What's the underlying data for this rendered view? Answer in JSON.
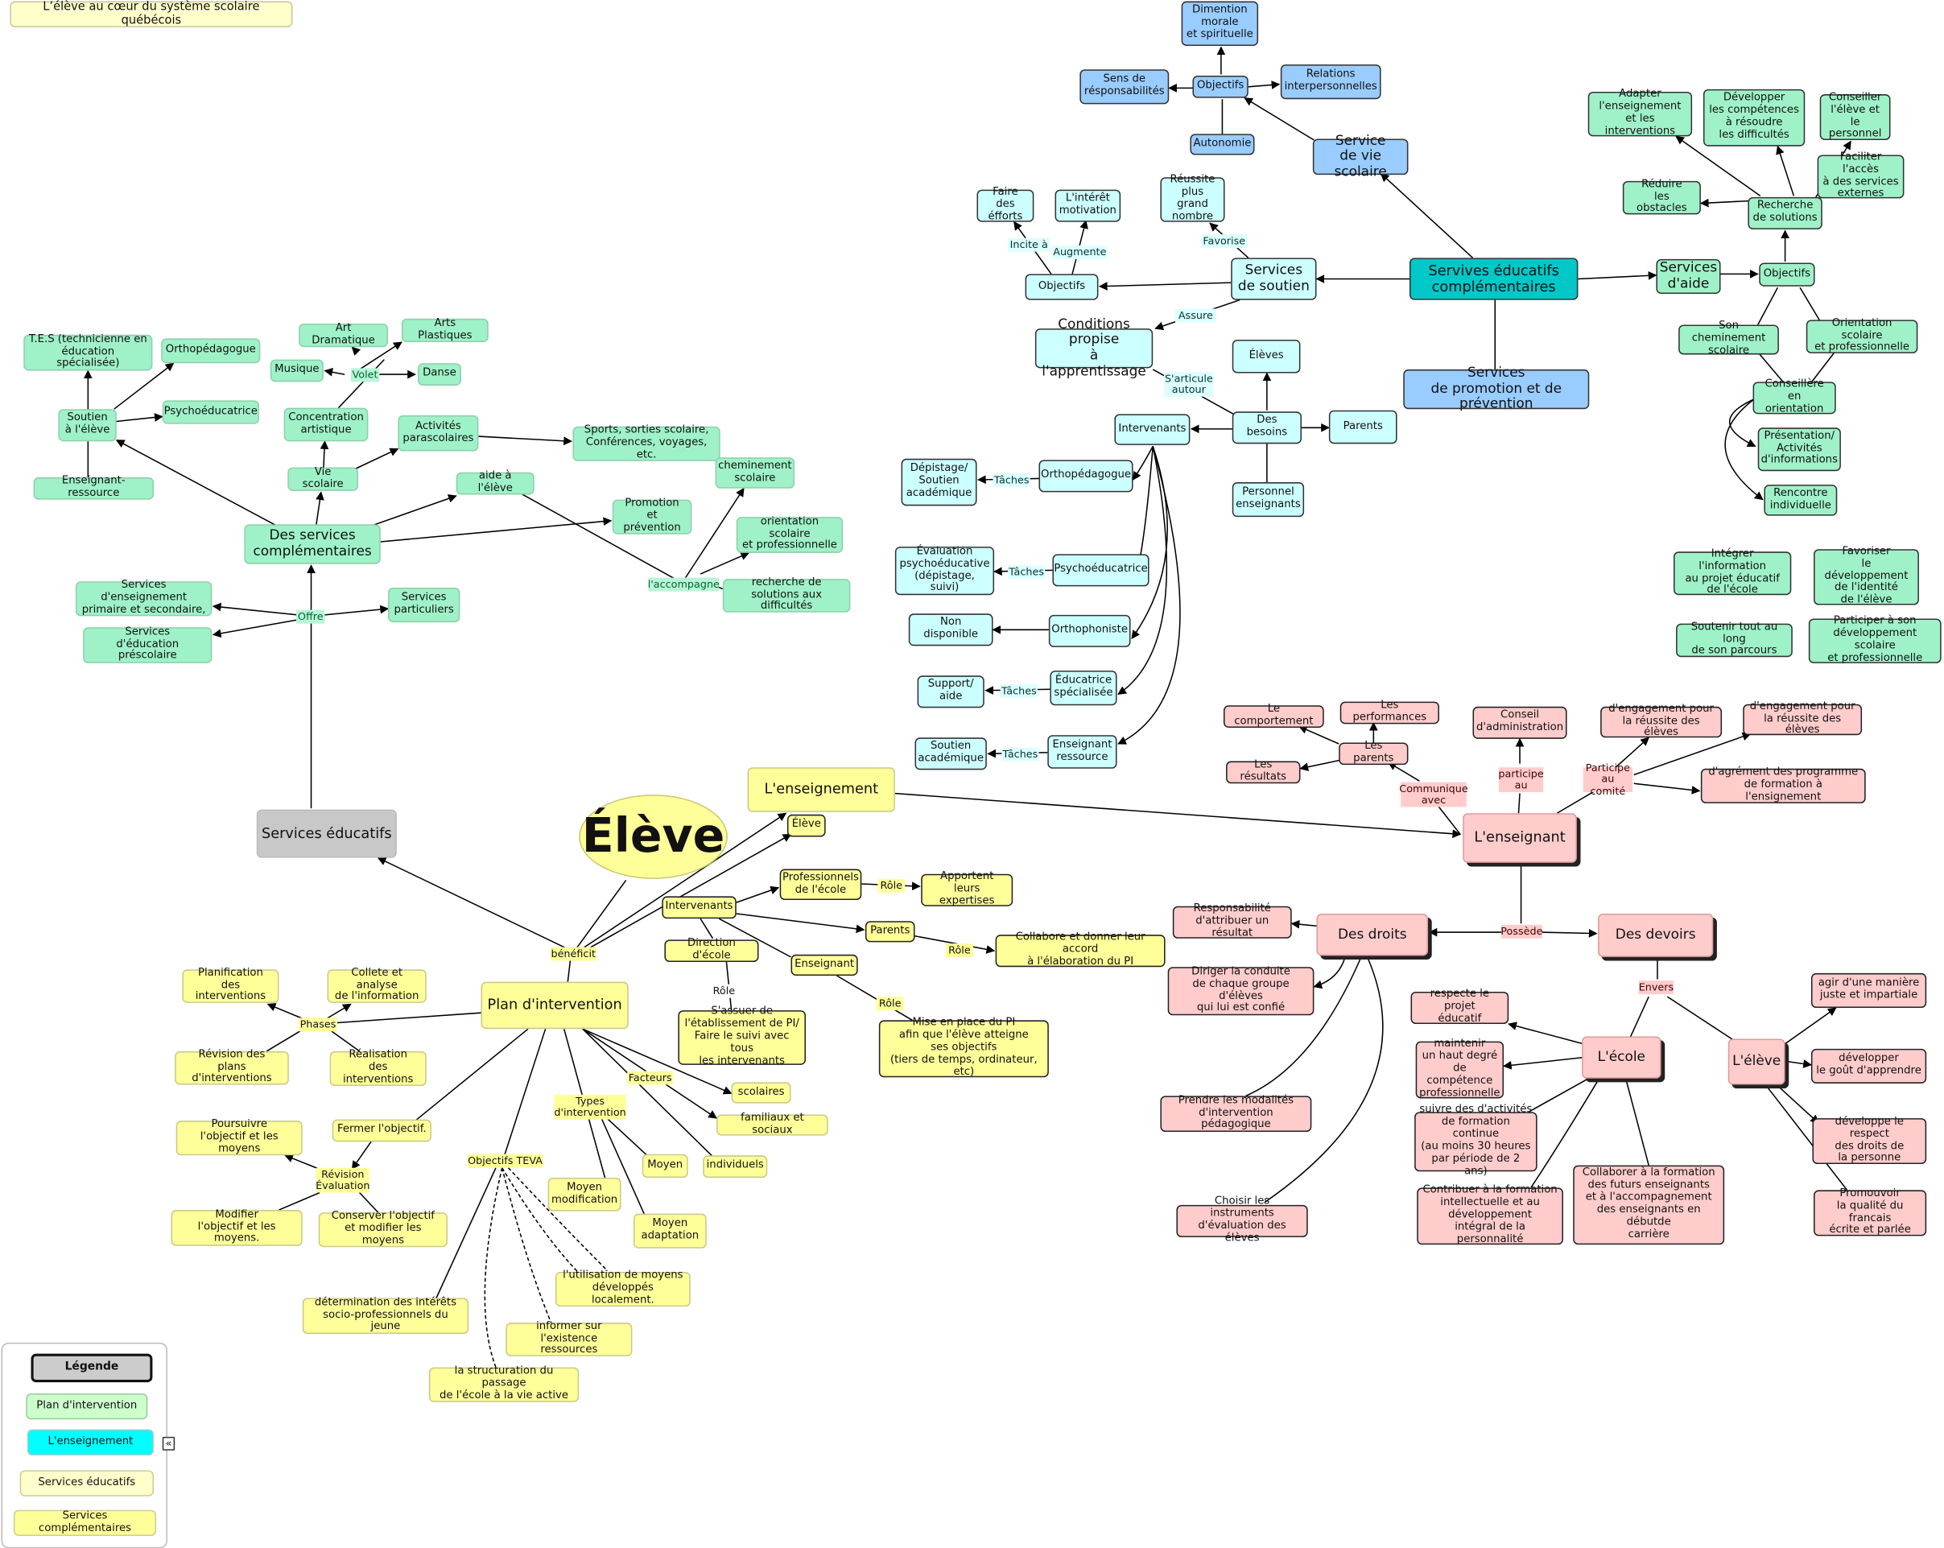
{
  "title": "L’élève au cœur du système scolaire québécois",
  "eleve": "Élève",
  "legend": {
    "title": "Légende",
    "plan": "Plan d'intervention",
    "enseignement": "L'enseignement",
    "services_educatifs": "Services éducatifs",
    "services_complementaires": "Services complémentaires",
    "collapse": "«"
  },
  "colors": {
    "green": "#9ff2c8",
    "yellow": "#ffff99",
    "cyan": "#ccffff",
    "teal": "#00c8c8",
    "blue": "#99ccff",
    "pink": "#ffcccc",
    "gray": "#c8c8c8"
  },
  "nodes": {
    "dimention_morale": "Dimention\nmorale\net spirituelle",
    "objectifs_vie": "Objectifs",
    "sens_resp": "Sens de\nrésponsabilités",
    "relations": "Relations\ninterpersonnelles",
    "autonomie": "Autonomie",
    "service_vie": "Service\nde vie scolaire",
    "reussite": "Réussite\nplus grand\nnombre",
    "faire_efforts": "Faire des\néfforts",
    "interet": "L'intérêt\nmotivation",
    "objectifs_soutien": "Objectifs",
    "services_soutien": "Services\nde soutien",
    "services_complementaires_edu": "Servives éducatifs\ncomplémentaires",
    "services_aide": "Services\nd'aide",
    "objectifs_aide": "Objectifs",
    "conditions": "Conditions propise\nà l'apprentissage",
    "eleves": "Élèves",
    "promotion_prevention": "Services\nde promotion et de prévention",
    "intervenants_c": "Intervenants",
    "des_besoins": "Des besoins",
    "parents_c": "Parents",
    "personnel": "Personnel\nenseignants",
    "orthopedagogue": "Orthopédagogue",
    "depistage": "Dépistage/\nSoutien\nacadémique",
    "psychoeducatrice": "Psychoéducatrice",
    "evaluation": "Évaluation\npsychoéducative\n(dépistage, suivi)",
    "orthophoniste": "Orthophoniste",
    "non_disponible": "Non disponible",
    "educatrice": "Éducatrice\nspécialisée",
    "support_aide": "Support/\naide",
    "enseignant_ressource_c": "Enseignant\nressource",
    "soutien_academique": "Soutien\nacadémique",
    "adapter": "Adapter\nl'enseignement\net les interventions",
    "developper_comp": "Développer\nles compétences\nà résoudre\nles difficultés",
    "conseiller": "Conseiller\nl'élève et\nle personnel",
    "faciliter": "Faciliter l'accès\nà des services\nexternes",
    "reduire": "Réduire\nles obstacles",
    "recherche": "Recherche\nde solutions",
    "son_cheminement": "Son cheminement\nscolaire",
    "orientation_scolaire_r": "Orientation scolaire\net professionnelle",
    "conseillere": "Conseillère\nen orientation",
    "presentation": "Présentation/\nActivités\nd'informations",
    "rencontre": "Rencontre\nindividuelle",
    "integrer": "Intégrer l'information\nau projet éducatif\nde l'école",
    "favoriser": "Favoriser\nle développement\nde l'identité\nde l'élève",
    "soutenir": "Soutenir tout au long\nde son parcours",
    "participer": "Participer à son\ndéveloppement scolaire\net professionnelle",
    "tes": "T.E.S (technicienne en\néducation spécialisée)",
    "orthopedagogue_g": "Orthopédagogue",
    "soutien_eleve": "Soutien\nà l'élève",
    "psychoeducatrice_g": "Psychoéducatrice",
    "enseignant_ressource_g": "Enseignant-ressource",
    "art_dramatique": "Art Dramatique",
    "arts_plastiques": "Arts Plastiques",
    "musique": "Musique",
    "danse": "Danse",
    "concentration": "Concentration\nartistique",
    "activites": "Activités\nparascolaires",
    "sports": "Sports, sorties scolaire,\nConférences, voyages, etc.",
    "vie_scolaire": "Vie scolaire",
    "aide_eleve": "aide à l'élève",
    "cheminement_scolaire": "cheminement\nscolaire",
    "des_services_comp": "Des services\ncomplémentaires",
    "promotion_g": "Promotion\net prévention",
    "orientation_g": "orientation scolaire\net professionnelle",
    "recherche_g": "recherche de\nsolutions aux difficultés",
    "services_enseignement": "Services d'enseignement\nprimaire et secondaire,",
    "services_particuliers": "Services\nparticuliers",
    "services_prescolaire": "Services\nd'éducation préscolaire",
    "services_educatifs": "Services éducatifs",
    "l_enseignement": "L'enseignement",
    "eleve_y": "Élève",
    "professionnels": "Professionnels\nde l'école",
    "apportent": "Apportent\nleurs expertises",
    "intervenants_y": "Intervenants",
    "parents_y": "Parents",
    "collabore": "Collabore et donner leur accord\nà l'élaboration du PI",
    "direction": "Direction d'école",
    "enseignant_y": "Enseignant",
    "sassurer": "S'assuer de\nl'établissement de PI/\nFaire le suivi avec tous\nles intervenants",
    "mise_en_place": "Mise en place du PI\nafin que l'élève atteigne\nses objectifs\n(tiers de temps, ordinateur, etc)",
    "planification": "Planification\ndes interventions",
    "collecte": "Collete et analyse\nde l'information",
    "plan_intervention": "Plan d'intervention",
    "revision_plans": "Révision des\nplans d'interventions",
    "realisation": "Réalisation\ndes interventions",
    "scolaires": "scolaires",
    "familiaux": "familiaux et sociaux",
    "individuels": "individuels",
    "moyen": "Moyen",
    "moyen_modification": "Moyen\nmodification",
    "moyen_adaptation": "Moyen\nadaptation",
    "poursuivre": "Poursuivre\nl'objectif et les moyens",
    "fermer": "Fermer l'objectif.",
    "modifier": "Modifier\nl'objectif et les moyens.",
    "conserver": "Conserver l'objectif\net modifier les moyens",
    "utilisation": "l'utilisation de moyens\ndéveloppés localement.",
    "determination": "détermination des intérêts\nsocio-professionnels du jeune",
    "informer": "informer sur\nl'existence ressources",
    "structuration": "la structuration du passage\nde l'école à la vie active",
    "le_comportement": "Le comportement",
    "les_performances": "Les performances",
    "les_parents": "Les parents",
    "les_resultats": "Les résultats",
    "conseil_admin": "Conseil\nd'administration",
    "engagement1": "d'engagement pour\nla réussite des élèves",
    "engagement2": "d'engagement pour\nla réussite des élèves",
    "agrement": "d'agrément des programme\nde formation à l'ensignement",
    "l_enseignant": "L'enseignant",
    "responsabilite": "Responsabilité\nd'attribuer un résultat",
    "des_droits": "Des droits",
    "des_devoirs": "Des devoirs",
    "diriger": "Diriger la conduite\nde chaque groupe d'élèves\nqui lui est confié",
    "prendre": "Prendre les modalités\nd'intervention pédagogique",
    "choisir": "Choisir les instruments\nd'évaluation des élèves",
    "respecte": "respecte le projet\néducatif",
    "maintenir": "maintenir\nun haut degré\nde compétence\nprofessionnelle",
    "suivre": "suivre des d'activités\nde formation continue\n(au moins 30 heures\npar période de 2 ans)",
    "contribuer": "Contribuer à la formation\nintellectuelle et au\ndéveloppement\nintégral de la personnalité",
    "collaborer": "Collaborer à la formation\ndes futurs enseignants\net à l'accompagnement\ndes enseignants en débutde\ncarrière",
    "l_ecole": "L'école",
    "l_eleve_p": "L'élève",
    "agir": "agir d'une manière\njuste et impartiale",
    "developper_gout": "développer\nle goût d'apprendre",
    "developpe_respect": "développe le respect\ndes droits de\nla personne",
    "promouvoir": "Promouvoir\nla qualité du francais\nécrite et parlée"
  },
  "labels": {
    "favorise": "Favorise",
    "incite": "Incite à",
    "augmente": "Augmente",
    "assure": "Assure",
    "sarticule": "S'articule\nautour",
    "taches1": "Tâches",
    "taches2": "Tâches",
    "taches3": "Tâches",
    "taches4": "Tâches",
    "volet": "Volet",
    "offre": "Offre",
    "accompagne": "l'accompagne",
    "beneficit": "bénéficit",
    "role1": "Rôle",
    "role2": "Rôle",
    "role3": "Rôle",
    "role4": "Rôle",
    "phases": "Phases",
    "facteurs": "Facteurs",
    "types": "Types\nd'intervention",
    "revision_eval": "Révision\nÉvaluation",
    "objectifs_teva": "Objectifs TEVA",
    "communique": "Communique\navec",
    "participe_au": "participe\nau",
    "participe_comite": "Participe\nau comité",
    "possede": "Possède",
    "envers": "Envers"
  }
}
